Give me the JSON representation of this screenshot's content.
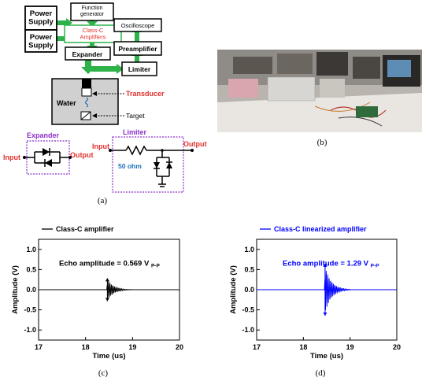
{
  "block_diagram": {
    "power_supply_1": "Power Supply",
    "power_supply_2": "Power Supply",
    "function_generator": "Function generator",
    "amplifier": "Class-C Amplifiers",
    "oscilloscope": "Oscilloscope",
    "preamplifier": "Preamplifier",
    "expander": "Expander",
    "limiter": "Limiter",
    "water": "Water",
    "transducer": "Transducer",
    "target": "Target"
  },
  "expander_circuit": {
    "title": "Expander",
    "input": "Input",
    "output": "Output"
  },
  "limiter_circuit": {
    "title": "Limiter",
    "input": "Input",
    "output": "Output",
    "resistor": "50 ohm"
  },
  "colors": {
    "black": "#000000",
    "green": "#2db34a",
    "red": "#e0312c",
    "purple": "#8b2fc9",
    "blue": "#1a6fbf",
    "plot_blue": "#0000ff"
  },
  "labels": {
    "a": "(a)",
    "b": "(b)",
    "c": "(c)",
    "d": "(d)"
  },
  "chart_data": [
    {
      "type": "line",
      "legend": "Class-C amplifier",
      "annotation": "Echo amplitude = 0.569 V",
      "annotation_sub": "P-P",
      "xlabel": "Time (us)",
      "ylabel": "Amplitude (V)",
      "xlim": [
        17,
        20
      ],
      "ylim": [
        -1.25,
        1.25
      ],
      "x_ticks": [
        "17",
        "18",
        "19",
        "20"
      ],
      "y_ticks": [
        "1.0",
        "0.5",
        "0.0",
        "-0.5",
        "-1.0"
      ],
      "color": "#000000",
      "echo": {
        "start": 18.45,
        "end": 19.0,
        "peak": 0.2845
      }
    },
    {
      "type": "line",
      "legend": "Class-C linearized amplifier",
      "annotation": "Echo amplitude = 1.29 V",
      "annotation_sub": "P-P",
      "xlabel": "Time (us)",
      "ylabel": "Amplitude (V)",
      "xlim": [
        17,
        20
      ],
      "ylim": [
        -1.25,
        1.25
      ],
      "x_ticks": [
        "17",
        "18",
        "19",
        "20"
      ],
      "y_ticks": [
        "1.0",
        "0.5",
        "0.0",
        "-0.5",
        "-1.0"
      ],
      "color": "#0000ff",
      "echo": {
        "start": 18.45,
        "end": 19.0,
        "peak": 0.645
      }
    }
  ]
}
